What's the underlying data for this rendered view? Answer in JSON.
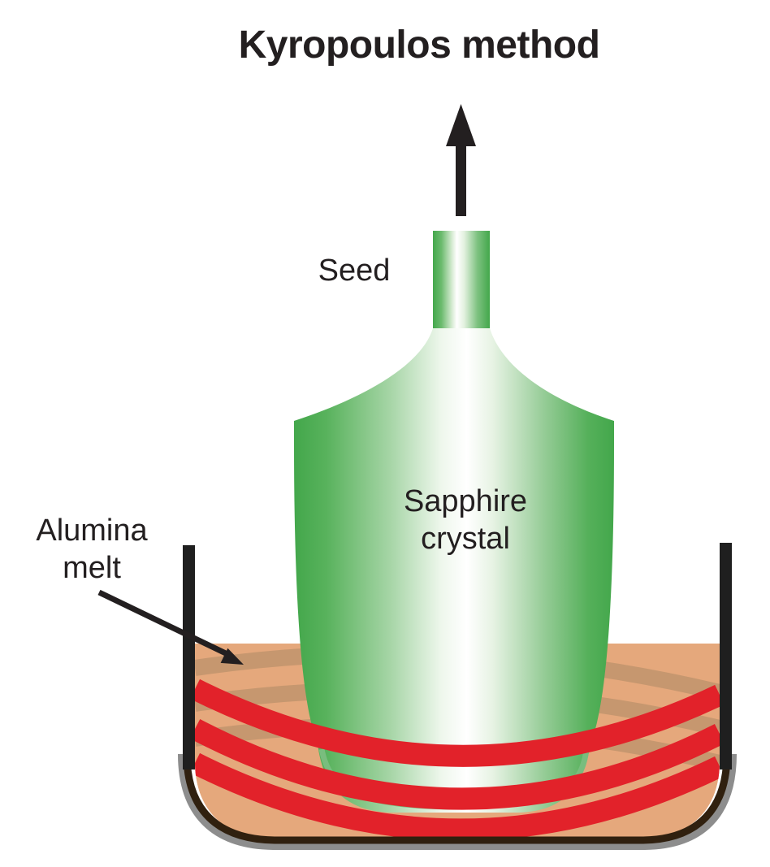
{
  "title": "Kyropoulos method",
  "labels": {
    "seed": "Seed",
    "crystal_line1": "Sapphire",
    "crystal_line2": "crystal",
    "melt_line1": "Alumina",
    "melt_line2": "melt"
  },
  "diagram": {
    "type": "crystal-growth-process",
    "parts": [
      "pull-direction-arrow",
      "seed",
      "sapphire-crystal",
      "alumina-melt",
      "heater-coils",
      "crucible"
    ]
  },
  "colors": {
    "text": "#231f20",
    "background": "#ffffff",
    "crystal_green_dark": "#43a74b",
    "crystal_highlight": "#ffffff",
    "crystal_rim_green": "#79bd7e",
    "melt_tan": "#e5a87c",
    "coil_red": "#e2222a",
    "coil_back_tan": "#c6976f",
    "crucible_black": "#1f1f1f",
    "crucible_brown": "#30200f",
    "crucible_shadow_gray": "#8d8d8d",
    "arrow_black": "#231f20"
  }
}
